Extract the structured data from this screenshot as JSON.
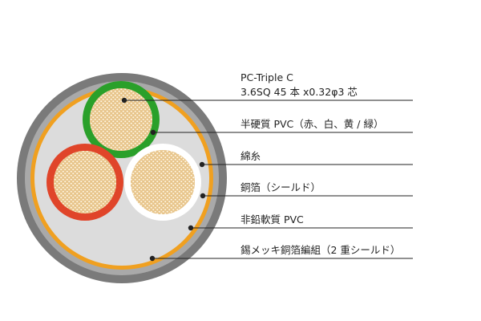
{
  "colors": {
    "outer_sheath": "#7a7a7a",
    "braid_shield": "#a9a9a9",
    "foil": "#f0a020",
    "filler": "#dcdcdc",
    "insulation_green": "#2aa02a",
    "insulation_red": "#e0452a",
    "insulation_white": "#ffffff",
    "conductor": "#e7c48a",
    "conductor_dot": "#fff6e2",
    "leader": "#222222",
    "text": "#222222"
  },
  "labels": {
    "conductor_line1": "PC-Triple C",
    "conductor_line2": "3.6SQ 45 本 x0.32φ3 芯",
    "insulation": "半硬質 PVC（赤、白、黄 / 緑）",
    "cotton": "綿糸",
    "foil": "銅箔（シールド）",
    "sheath": "非鉛軟質 PVC",
    "braid": "錫メッキ銅箔編組（2 重シールド）"
  }
}
